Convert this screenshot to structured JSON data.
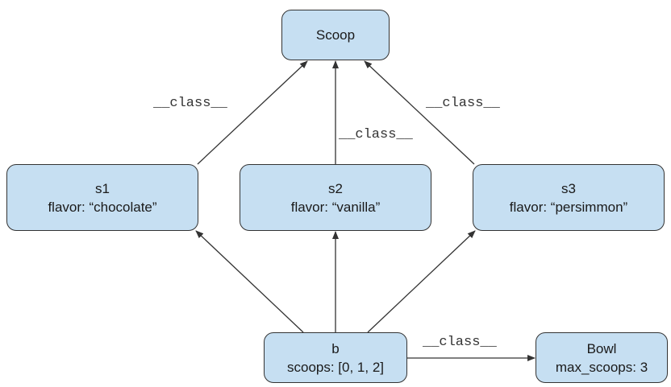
{
  "colors": {
    "node_fill": "#c6dff2",
    "node_border": "#333333",
    "edge": "#333333"
  },
  "nodes": {
    "scoop": {
      "title": "Scoop"
    },
    "s1": {
      "title": "s1",
      "attr": "flavor: “chocolate”"
    },
    "s2": {
      "title": "s2",
      "attr": "flavor: “vanilla”"
    },
    "s3": {
      "title": "s3",
      "attr": "flavor: “persimmon”"
    },
    "b": {
      "title": "b",
      "attr": "scoops: [0, 1, 2]"
    },
    "bowl": {
      "title": "Bowl",
      "attr": "max_scoops: 3"
    }
  },
  "edges": {
    "s1_to_scoop": {
      "label": "__class__"
    },
    "s2_to_scoop": {
      "label": "__class__"
    },
    "s3_to_scoop": {
      "label": "__class__"
    },
    "b_to_bowl": {
      "label": "__class__"
    },
    "b_to_s1": {},
    "b_to_s2": {},
    "b_to_s3": {}
  }
}
